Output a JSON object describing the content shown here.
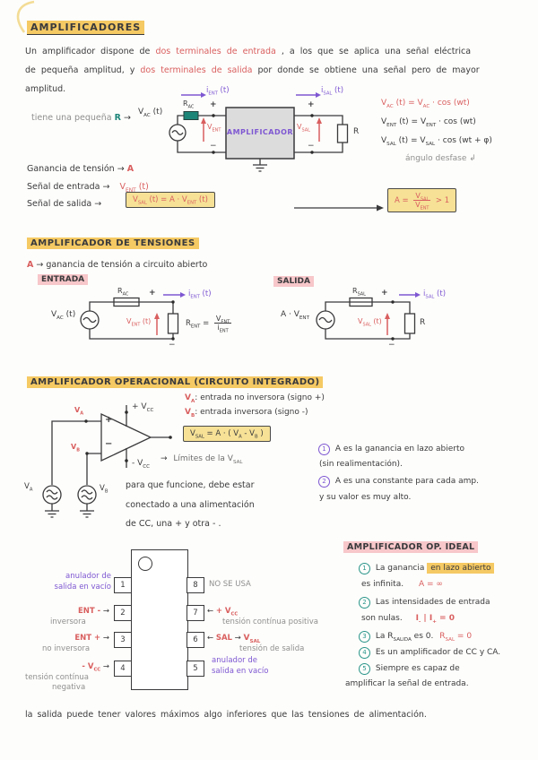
{
  "colors": {
    "ink": "#3a3a3c",
    "gray": "#8f8f8f",
    "red": "#d95f5f",
    "purple": "#7e57d2",
    "teal": "#1d8578",
    "highlight_yellow": "#f5c963",
    "highlight_pink": "#f7c7ca",
    "formula_box": "#f6e196",
    "amp_box_fill": "#dcdcdc"
  },
  "sym": {
    "plus": "+",
    "minus": "−",
    "arrow": "→",
    "arrow_left": "←"
  },
  "header": {
    "title": "AMPLIFICADORES"
  },
  "intro": {
    "l1a": "Un amplificador dispone de",
    "l1red": "dos terminales de entrada",
    "l1b": " , a los que se aplica una señal eléctrica",
    "l2a": "de pequeña amplitud, y",
    "l2red": "dos terminales de salida",
    "l2b": "por donde se obtiene una señal pero de mayor",
    "l3": "amplitud."
  },
  "main_circuit": {
    "note_pre": "tiene una pequeña",
    "note_r": "R",
    "note_src": "V~AC~ (t)",
    "i_ent": "i~ENT~ (t)",
    "i_sal": "i~SAL~ (t)",
    "rac": "R~AC~",
    "v_ent": "V~ENT~",
    "v_sal": "V~SAL~",
    "amp_box": "AMPLIFICADOR",
    "r_load": "R"
  },
  "equations": {
    "eq1": "V~AC~ (t) = V~AC~ · cos (wt)",
    "eq2": "V~ENT~ (t) = V~ENT~ · cos (wt)",
    "eq3": "V~SAL~ (t) = V~SAL~ · cos (wt + φ)",
    "note": "ángulo desfase ↲"
  },
  "gain": {
    "l1": "Ganancia de tensión",
    "l1v": "A",
    "l2": "Señal de entrada",
    "l2v": "V~ENT~ (t)",
    "l3": "Señal de salida",
    "l3box": "V~SAL~ (t) =  A · V~ENT~ (t)",
    "box_lhs": "A =",
    "box_num": "V~SAL~",
    "box_den": "V~ENT~",
    "box_cmp": "> 1"
  },
  "tensiones": {
    "title": "AMPLIFICADOR DE TENSIONES",
    "a": "A",
    "line": "ganancia de tensión a circuito abierto",
    "entrada_tag": "ENTRADA",
    "salida_tag": "SALIDA",
    "ent": {
      "src": "V~AC~ (t)",
      "r_top": "R~AC~",
      "i": "i~ENT~ (t)",
      "v": "V~ENT~ (t)",
      "req_lhs": "R~ENT~  =",
      "req_num": "V~ENT~",
      "req_den": "i~ENT~"
    },
    "sal": {
      "src": "A · V~ENT~",
      "r_top": "R~SAL~",
      "i": "i~SAL~ (t)",
      "v": "V~SAL~ (t)",
      "r_load": "R"
    }
  },
  "opamp": {
    "title": "AMPLIFICADOR OPERACIONAL  (CIRCUITO INTEGRADO)",
    "va": "V~A~",
    "vb": "V~B~",
    "vcc_plus": "+ V~CC~",
    "vcc_minus": "- V~CC~",
    "va_desc": ":  entrada no inversora   (signo +)",
    "vb_desc": ":  entrada inversora  (signo -)",
    "formula": "V~SAL~ =  A · ( V~A~ - V~B~ )",
    "limits": "Límites de la V~SAL~",
    "supply1": "para que funcione, debe estar",
    "supply2": "conectado a una alimentación",
    "supply3": "de CC, una +  y otra - .",
    "n1": "1",
    "n1l1": "A es la ganancia en lazo abierto",
    "n1l2": "(sin realimentación).",
    "n2": "2",
    "n2l1": "A es una constante para cada amp.",
    "n2l2": "y su valor es muy alto.",
    "src_va": "V~A~",
    "src_vb": "V~B~"
  },
  "chip": {
    "p1": {
      "num": "1",
      "l1": "anulador de",
      "l2": "salida en vacío"
    },
    "p2": {
      "num": "2",
      "l1": "ENT -",
      "l2": "inversora"
    },
    "p3": {
      "num": "3",
      "l1": "ENT +",
      "l2": "no inversora"
    },
    "p4": {
      "num": "4",
      "l1": "- V~CC~",
      "l2": "tensión contínua",
      "l3": "negativa"
    },
    "p8": {
      "num": "8",
      "l1": "NO SE USA"
    },
    "p7": {
      "num": "7",
      "l1": "+ V~CC~",
      "l2": "tensión contínua positiva"
    },
    "p6": {
      "num": "6",
      "l1": "SAL",
      "l1b": "V~SAL~",
      "l2": "tensión de salida"
    },
    "p5": {
      "num": "5",
      "l1": "anulador de",
      "l2": "salida en vacío"
    }
  },
  "ideal": {
    "title": "AMPLIFICADOR OP. IDEAL",
    "i1": {
      "n": "1",
      "pre": "La ganancia",
      "hl": "en lazo abierto",
      "l2": "es infinita.",
      "f": "A = ∞"
    },
    "i2": {
      "n": "2",
      "l1": "Las intensidades de entrada",
      "l2": "son nulas.",
      "f": "I~-~ | I~+~  = 0"
    },
    "i3": {
      "n": "3",
      "l1a": "La",
      "l1b": "R~SALIDA~",
      "l1c": "es 0.",
      "f": "R~SAL~ = 0"
    },
    "i4": {
      "n": "4",
      "l1": "Es un amplificador de CC y CA."
    },
    "i5": {
      "n": "5",
      "l1": "Siempre es capaz de",
      "l2": "amplificar la señal de entrada."
    }
  },
  "footer": "la salida puede tener valores máximos algo inferiores  que las tensiones  de alimentación."
}
